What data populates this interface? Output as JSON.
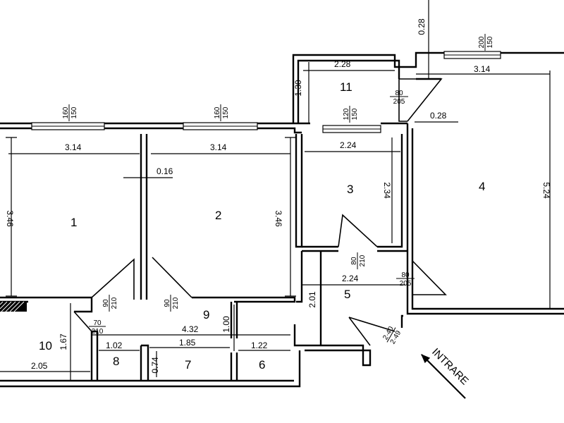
{
  "rooms": {
    "r1": "1",
    "r2": "2",
    "r3": "3",
    "r4": "4",
    "r5": "5",
    "r6": "6",
    "r7": "7",
    "r8": "8",
    "r9": "9",
    "r10": "10",
    "r11": "11"
  },
  "dimensions": {
    "d_314_a": "3.14",
    "d_314_b": "3.14",
    "d_314_c": "3.14",
    "d_346_a": "3.46",
    "d_346_b": "3.46",
    "d_016": "0.16",
    "d_224_a": "2.24",
    "d_224_b": "2.24",
    "d_234": "2.34",
    "d_228": "2.28",
    "d_130": "1.30",
    "d_028_a": "0.28",
    "d_028_b": "0.28",
    "d_524": "5.24",
    "d_201": "2.01",
    "d_100": "1.00",
    "d_432": "4.32",
    "d_167": "1.67",
    "d_205": "2.05",
    "d_102": "1.02",
    "d_185": "1.85",
    "d_122": "1.22",
    "d_074": "0.74"
  },
  "openings": {
    "win_160_150_a": [
      "160",
      "150"
    ],
    "win_160_150_b": [
      "160",
      "150"
    ],
    "win_120_150": [
      "120",
      "150"
    ],
    "win_200_150": [
      "200",
      "150"
    ],
    "door_80_205_a": [
      "80",
      "205"
    ],
    "door_80_205_b": [
      "80",
      "205"
    ],
    "door_80_210": [
      "80",
      "210"
    ],
    "door_90_210_a": [
      "90",
      "210"
    ],
    "door_90_210_b": [
      "90",
      "210"
    ],
    "door_70_210": [
      "70",
      "210"
    ],
    "door_240_249": [
      "2·40",
      "2·49"
    ]
  },
  "entry_label": "INTRARE"
}
